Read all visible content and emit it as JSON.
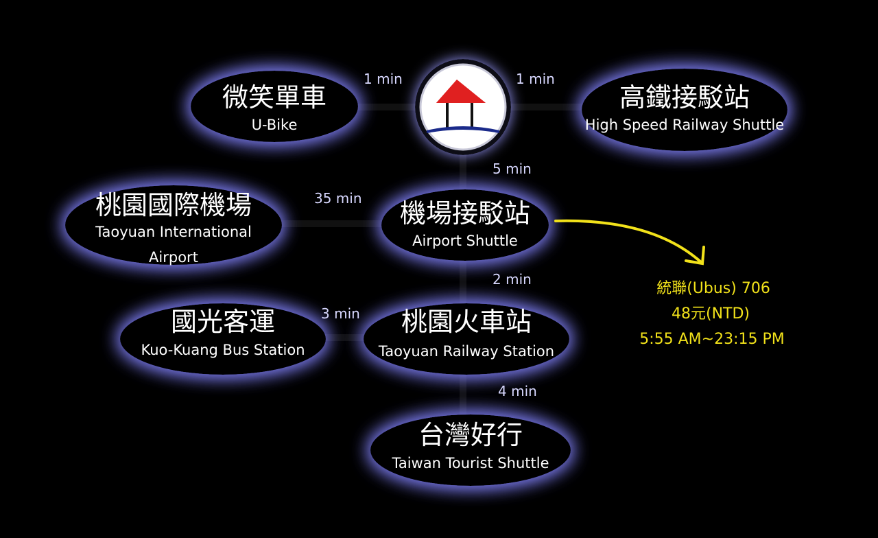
{
  "colors": {
    "background": "#000000",
    "glow": "#7c7cf0",
    "arrow": "#f2e21a",
    "roof": "#e02020",
    "ground": "#1a2a8a"
  },
  "hub": {
    "icon": "house-icon"
  },
  "nodes": {
    "ubike": {
      "zh": "微笑單車",
      "en": "U-Bike"
    },
    "hsr": {
      "zh": "高鐵接駁站",
      "en": "High Speed Railway Shuttle"
    },
    "tia": {
      "zh": "桃園國際機場",
      "en_line1": "Taoyuan International",
      "en_line2": "Airport"
    },
    "airport_shuttle": {
      "zh": "機場接駁站",
      "en": "Airport Shuttle"
    },
    "kuokuang": {
      "zh": "國光客運",
      "en": "Kuo-Kuang Bus Station"
    },
    "railway": {
      "zh": "桃園火車站",
      "en": "Taoyuan Railway Station"
    },
    "tourist": {
      "zh": "台灣好行",
      "en": "Taiwan Tourist Shuttle"
    }
  },
  "times": {
    "ubike": "1 min",
    "hsr": "1 min",
    "airport_shuttle": "5 min",
    "tia": "35 min",
    "railway": "2 min",
    "kuokuang": "3 min",
    "tourist": "4 min"
  },
  "bus_info": {
    "line1": "統聯(Ubus) 706",
    "line2": "48元(NTD)",
    "line3": "5:55 AM~23:15 PM"
  }
}
